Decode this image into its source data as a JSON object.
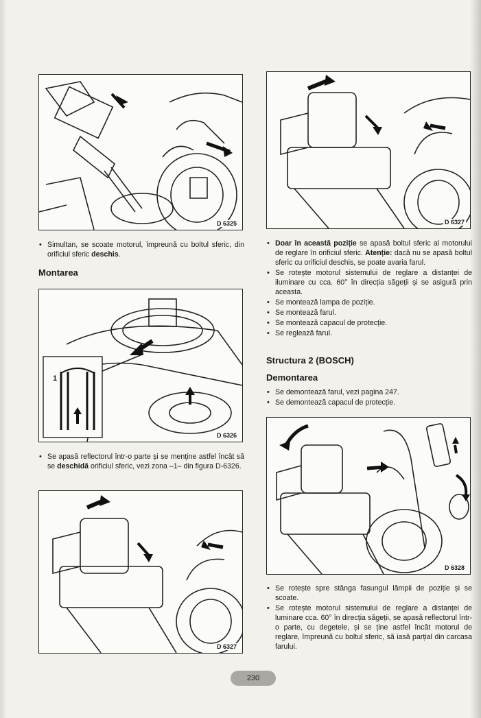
{
  "figures": {
    "fig1": "D 6325",
    "fig2": "D 6327",
    "fig3": "D 6326",
    "fig3_callout": "1",
    "fig4": "D 6327",
    "fig5": "D 6328"
  },
  "left": {
    "step1": {
      "pre": "Simultan, se scoate motorul, împreună cu boltul sferic, din orificiul sferic ",
      "bold": "deschis",
      "post": "."
    },
    "heading_montarea": "Montarea",
    "step2": {
      "pre": "Se apasă reflectorul într-o parte și se menține astfel încât să se ",
      "bold": "deschidă",
      "post": " orificiul sferic, vezi zona –1– din figura D-6326."
    }
  },
  "right": {
    "bullets_a": [
      {
        "bold1": "Doar în această poziție",
        "mid": " se apasă boltul sferic al motorului de reglare în orificiul sferic. ",
        "bold2": "Atenție:",
        "post": " dacă nu se apasă boltul sferic cu orificiul deschis, se poate avaria farul."
      }
    ],
    "bullets_b": [
      "Se rotește motorul sistemului de reglare a distanței de iluminare cu cca. 60° în direcția săgeții și se asigură prin aceasta.",
      "Se montează lampa de poziție.",
      "Se montează farul.",
      "Se montează capacul de protecție.",
      "Se reglează farul."
    ],
    "heading_structura": "Structura 2 (BOSCH)",
    "heading_demontarea": "Demontarea",
    "bullets_c": [
      "Se demontează farul, vezi pagina 247.",
      "Se demontează capacul de protecție."
    ],
    "bullets_d": [
      "Se rotește spre stânga fasungul lămpii de poziție și se scoate.",
      "Se rotește motorul sistemului de reglare a distanței de luminare cca. 60° în direcția săgeții, se apasă reflectorul într-o parte, cu degetele, și se ține astfel încât motorul de reglare, împreună cu boltul sferic, să iasă parțial din carcasa farului."
    ]
  },
  "page_number": "230"
}
